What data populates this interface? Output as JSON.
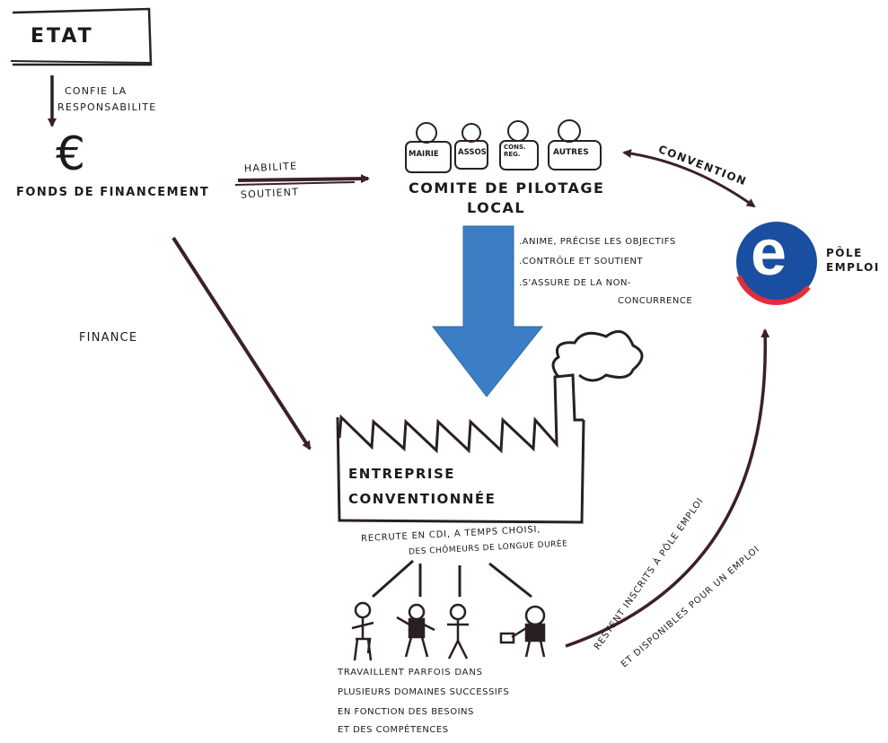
{
  "etat": {
    "title": "ETAT",
    "edge_label_line1": "CONFIE LA",
    "edge_label_line2": "RESPONSABILITE"
  },
  "fonds": {
    "symbol": "€",
    "label": "FONDS DE FINANCEMENT"
  },
  "edges": {
    "habilite": "HABILITE",
    "soutient": "SOUTIENT",
    "finance": "FINANCE",
    "convention": "CONVENTION"
  },
  "comite": {
    "members": [
      "MAIRIE",
      "ASSOS",
      "CONS. REG.",
      "AUTRES"
    ],
    "title_line1": "COMITE DE PILOTAGE",
    "title_line2": "LOCAL",
    "roles": [
      ".ANIME, PRÉCISE LES OBJECTIFS",
      ".CONTRÔLE ET SOUTIENT",
      ".S'ASSURE DE LA NON-",
      "CONCURRENCE"
    ]
  },
  "pole_emploi": {
    "logo_letter": "e",
    "name_line1": "PÔLE",
    "name_line2": "EMPLOI"
  },
  "entreprise": {
    "title_line1": "ENTREPRISE",
    "title_line2": "CONVENTIONNÉE",
    "recruit_line1": "RECRUTE EN CDI, A TEMPS CHOISI,",
    "recruit_line2": "DES CHÔMEURS DE LONGUE DURÉE"
  },
  "workers": {
    "line1": "TRAVAILLENT PARFOIS DANS",
    "line2": "PLUSIEURS DOMAINES SUCCESSIFS",
    "line3": "EN FONCTION DES BESOINS",
    "line4": "ET DES COMPÉTENCES"
  },
  "return_edge": {
    "line1": "RESTENT INSCRITS À PÔLE EMPLOI",
    "line2": "ET DISPONIBLES POUR UN EMPLOI"
  },
  "colors": {
    "ink": "#2a1f22",
    "arrow_dark": "#3b2127",
    "big_arrow": "#3b7ec4",
    "pole_blue": "#1a4ea0",
    "pole_red": "#e52c3a"
  }
}
